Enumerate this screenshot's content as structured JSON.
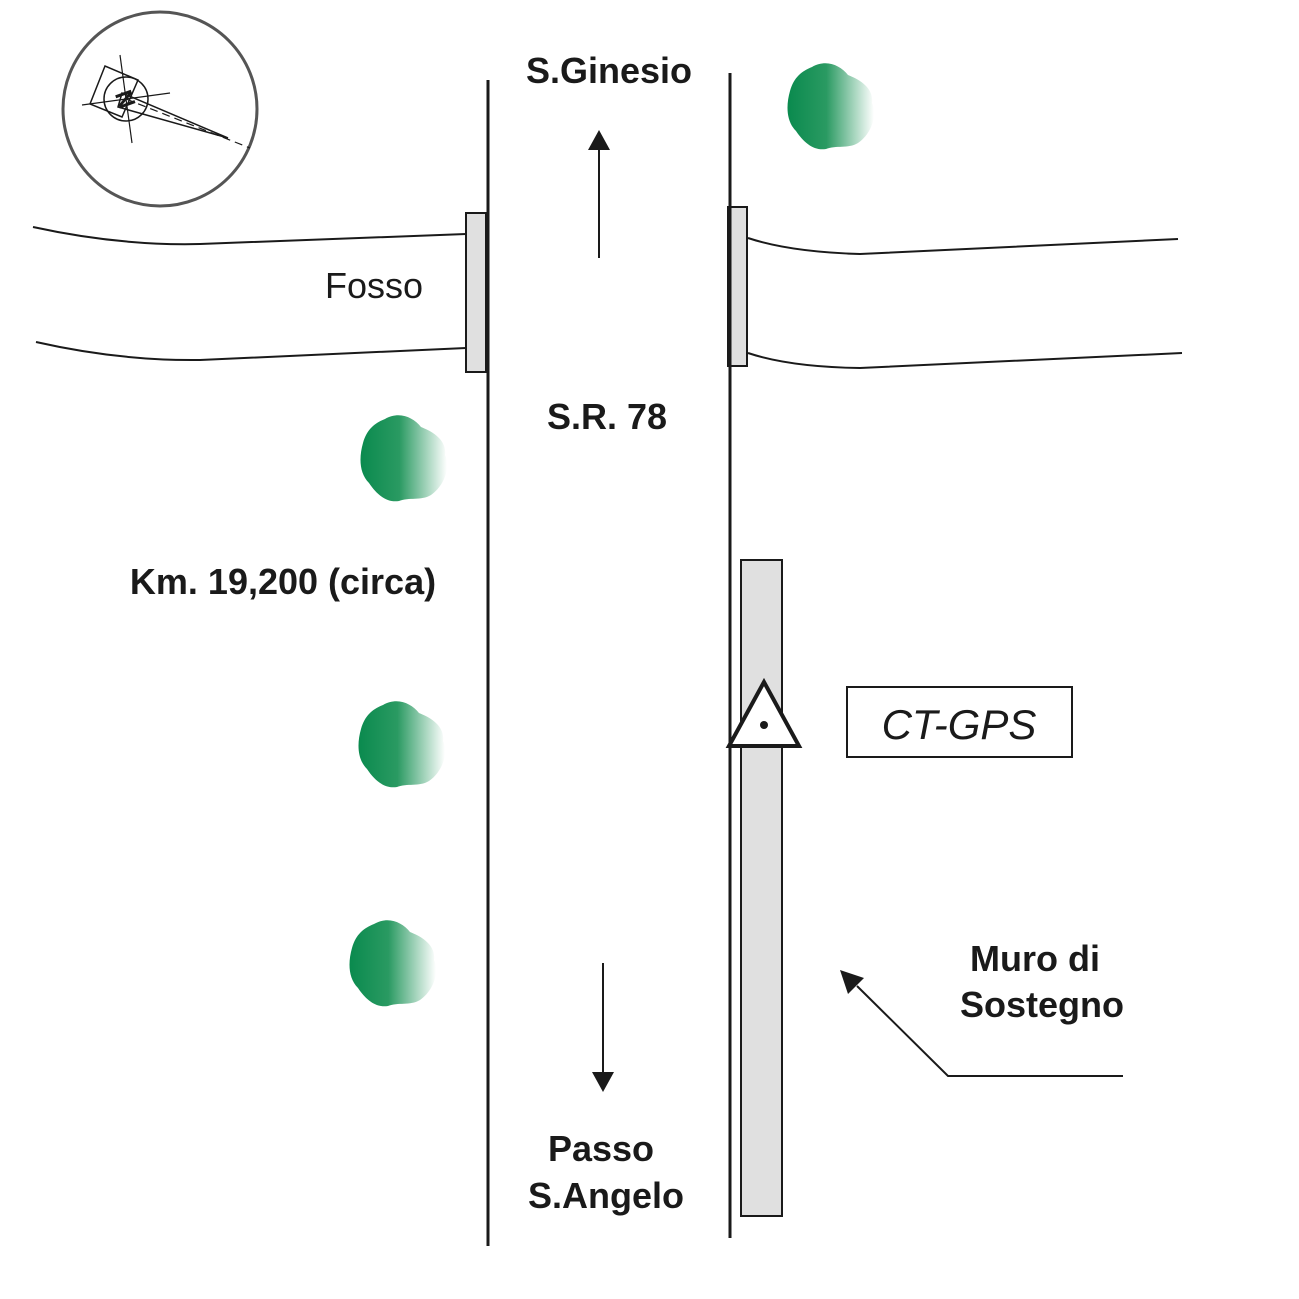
{
  "labels": {
    "north_destination": "S.Ginesio",
    "south_destination_line1": "Passo",
    "south_destination_line2": "S.Angelo",
    "road_name": "S.R. 78",
    "ditch": "Fosso",
    "kilometer": "Km. 19,200 (circa)",
    "benchmark": "CT-GPS",
    "wall_line1": "Muro di",
    "wall_line2": "Sostegno",
    "compass_letter": "N"
  },
  "icons": {
    "compass": "compass-rose-icon",
    "tree": "tree-icon",
    "benchmark": "triangle-point-icon"
  },
  "colors": {
    "line": "#1a1a1a",
    "structure_fill": "#e0e0e0",
    "tree_dark": "#0a8a4e",
    "tree_light": "#ffffff",
    "compass_ring": "#555555"
  }
}
